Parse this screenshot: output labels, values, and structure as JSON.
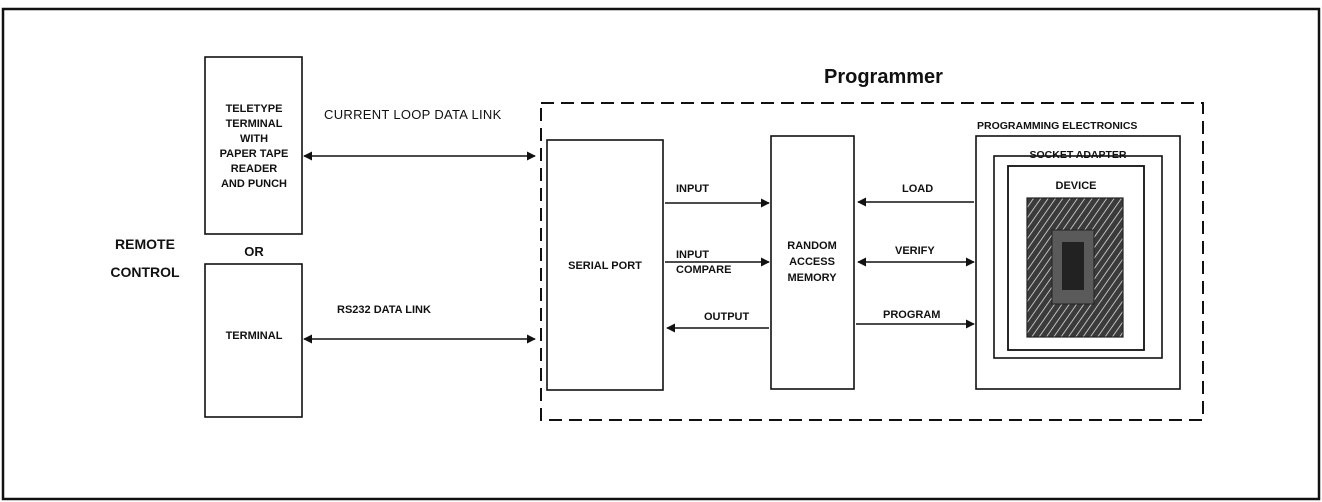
{
  "diagram": {
    "programmer_title": "Programmer",
    "remote_control": [
      "REMOTE",
      "CONTROL"
    ],
    "or_label": "OR",
    "teletype_lines": [
      "TELETYPE",
      "TERMINAL",
      "WITH",
      "PAPER TAPE",
      "READER",
      "AND PUNCH"
    ],
    "terminal_label": "TERMINAL",
    "current_loop_label": "CURRENT LOOP DATA LINK",
    "rs232_label": "RS232 DATA LINK",
    "serial_port_label": "SERIAL PORT",
    "ram_lines": [
      "RANDOM",
      "ACCESS",
      "MEMORY"
    ],
    "programming_electronics_label": "PROGRAMMING ELECTRONICS",
    "socket_adapter_label": "SOCKET ADAPTER",
    "device_label": "DEVICE",
    "arrows": {
      "input": "INPUT",
      "input_compare": [
        "INPUT",
        "COMPARE"
      ],
      "output": "OUTPUT",
      "load": "LOAD",
      "verify": "VERIFY",
      "program": "PROGRAM"
    }
  }
}
